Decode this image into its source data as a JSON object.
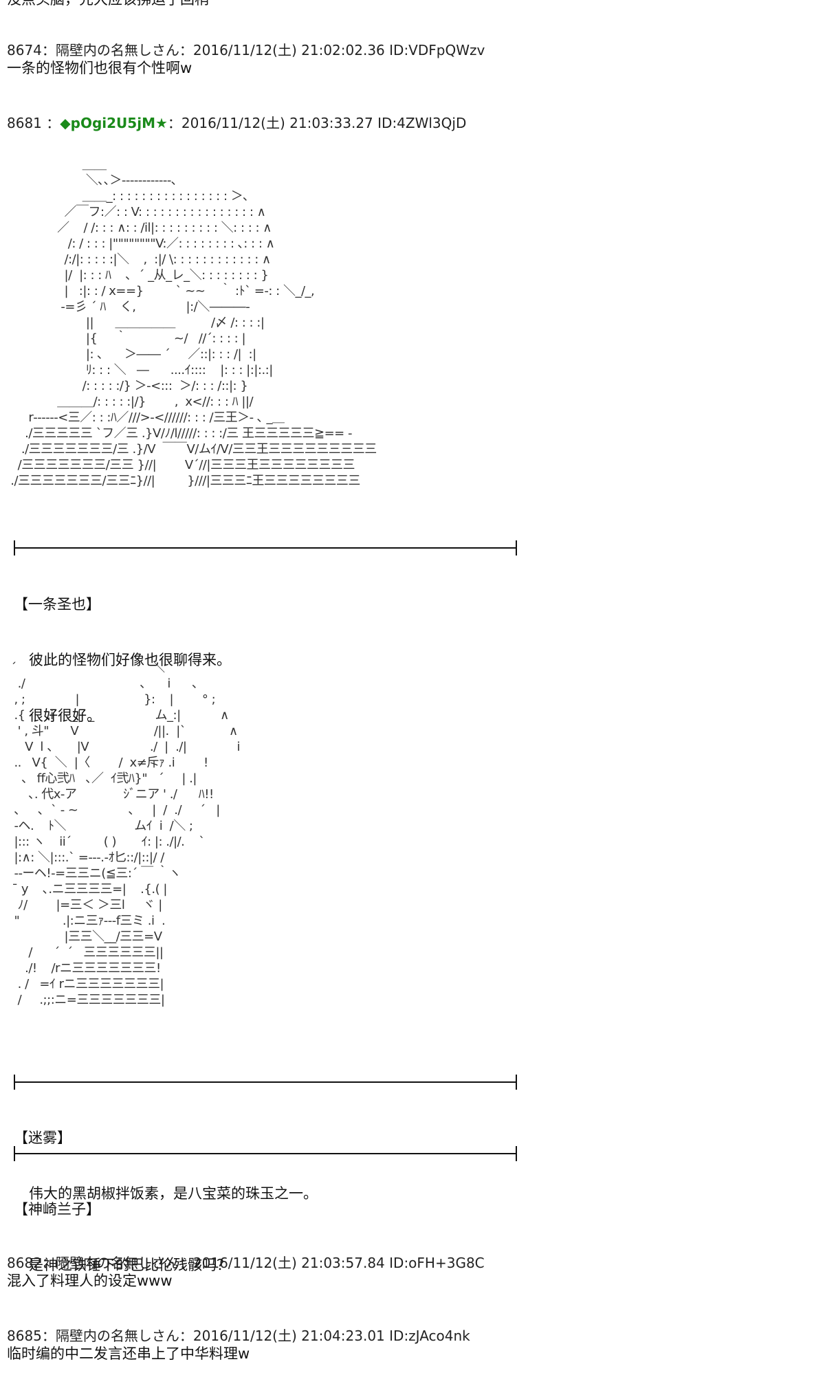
{
  "top_fragment": "没点头脑，先大应该拂运了回稍",
  "posts": [
    {
      "number": "8674",
      "name": "隔壁内の名無しさん",
      "date": "2016/11/12(土) 21:02:02.36",
      "id": "ID:VDFpQWzv",
      "body": "一条的怪物们也很有个性啊w"
    },
    {
      "number": "8681",
      "name": "◆pOgi2U5jM★",
      "date": "2016/11/12(土) 21:03:33.27",
      "id": "ID:4ZWl3QjD"
    },
    {
      "number": "8682",
      "name": "隔壁内の名無しさん",
      "date": "2016/11/12(土) 21:03:57.84",
      "id": "ID:oFH+3G8C",
      "body": "混入了料理人的设定www"
    },
    {
      "number": "8685",
      "name": "隔壁内の名無しさん",
      "date": "2016/11/12(土) 21:04:23.01",
      "id": "ID:zJAco4nk",
      "body": "临时编的中二发言还串上了中华料理w"
    }
  ],
  "ascii_art_1": "                     ＿＿\n                      ＼､､＞‐‐‐‐‐‐‐‐‐‐‐‐､\n                     ＿＿_: : : : : : : : : : : : : : : : ＞､\n                ／￣フ:／: : V: : : : : : : : : : : : : : : : ∧\n              ／    / /: : : ∧: : /il|: : : : : : : : : ＼: : : : ∧\n                 /: / : : : |\"\"\"\"\"\"\"\"V:／: : : : : : : : ､: : : ∧\n                /:/|: : : : :|＼    ,  :|/ \\: : : : : : : : : : : : ∧\n                |/  |: : : ﾊ    ､  ´ _从_レ_＼: : : : : : : : }\n                |   :|: : / x==}         ` ~~    ｀ :ﾄ` =-: : ＼_/_,\n               -=彡 ´ ﾊ    く,              |:/＼―――‐\n                      ||      ＿＿＿＿＿          /〆 /: : : :|\n                      |{     ｀             ~/   //´: : : : |\n                      |: ､      ＞―― ´     ／::|: : : /|  :|\n                      ﾘ: : : ＼   ―      ....ｲ::::    |: : : |:|:.:|\n                     /: : : : :/} ＞‐<:::  ＞/: : : /::|: }\n              ＿＿＿/: : : : :|/}        ,  x<//: : : ﾊ ||/\n      r‐‐‐‐‐‐<三／: : :ﾊ／///>‐<//////: : : /三王＞‐ ､ _＿\n     ./三三三三三 `フ／三 .}V/ﾉ/l/////: : : :/三 王三三三三三≧== ‐\n    ./三三三三三三三/三 .}/V  ￣￣V/ムｲ/V/三三王三三三三三三三三三\n   /三三三三三三三/三三 }//|        V´//|三三三王三三三三三三三三\n ./三三三三三三三/三三ﾆ}//|         }///|三三三ﾆ王三三三三三三三三",
  "caption_1": {
    "speaker": "【一条圣也】",
    "lines": [
      "彼此的怪物们好像也很聊得来。",
      "很好很好。"
    ]
  },
  "ascii_art_2": " ´                                      ＼\n   ./                                ､      i      ､\n  , ;              |                  }:    |        ° ;\n  .{      .i     _|  _                 ム_:|           ∧\n   ' , 斗\"      V                     /||.  |`            ∧\n     V  l 、     |V                 ./  |  ./|              i\n  ..   V{  ＼  |〈        /  x≠斥ｧ .i        !\n    、 ff心弐ﾊ   ､／  ｲ弐ﾊ}\"   ´     | .|\n      ､. 代x-ア             ｼﾞニア ' ./      ﾊ!!\n  ､     ､  ` ‐ ~              ､     |  /  ./     ´   |\n  ‐ヘ.    ﾄ＼                   ムｲ  i  /＼ ;\n  |::: ヽ    ii´         ( )       ｲ: |: ./|/.    `\n  |:∧: ＼|:::.` =‐‐‐.‐ｵ匕::/|::|/ /\n  ‐‐ーヘ!‐=三三ニ(≦三:´ ￣ ｀ヽ\n   ̄ y    ､.ニ三三三三=|    .{.( |\n   ﾉ/        |=三＜ ＞三l     ヾ |\n  \"            .|:ニ三ｧ‐‐‐f三ミ .i  .\n                |三三＼__/三三=V\n      /      ´  ´   三三三三三三||\n     ./!    /rニ三三三三三三三!\n   . /   =ｲ rニ三三三三三三三|\n   /     .;;:ニ=三三三三三三三|",
  "caption_2": {
    "speaker": "【迷雾】",
    "lines": [
      "伟大的黑胡椒拌饭素，是八宝菜的珠玉之一。"
    ]
  },
  "caption_3": {
    "speaker": "【神崎兰子】",
    "lines": [
      "是神之铁锤下的巴比伦残骸吗？"
    ]
  }
}
